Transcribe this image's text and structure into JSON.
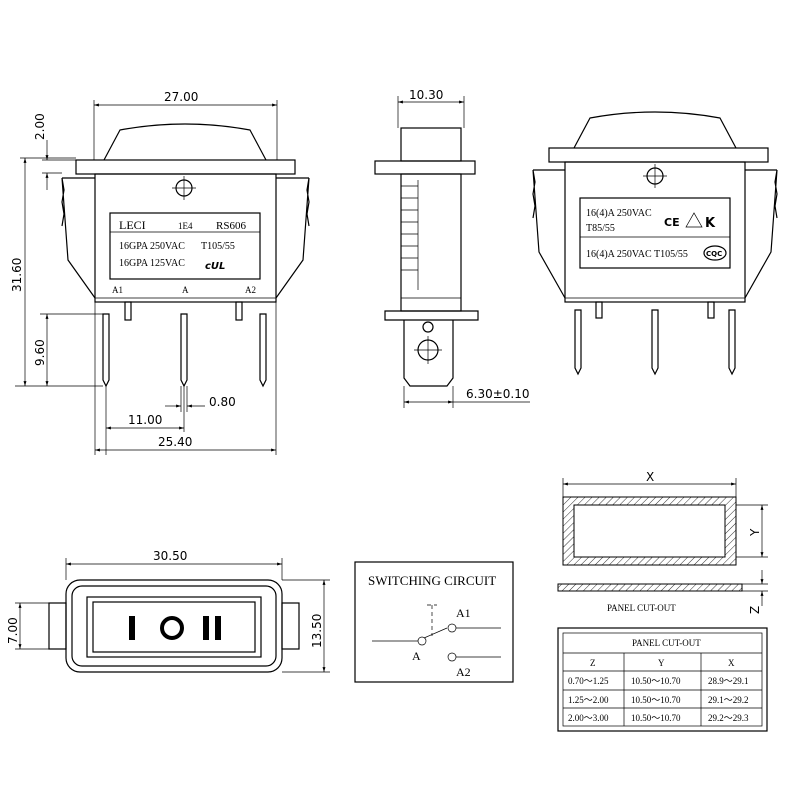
{
  "dimensions": {
    "front_width": "27.00",
    "front_cap": "2.00",
    "front_height": "31.60",
    "pin_length": "9.60",
    "pin_pitch": "11.00",
    "pin_thickness": "0.80",
    "pin_span": "25.40",
    "side_width": "10.30",
    "tab_width": "6.30±0.10",
    "top_width": "30.50",
    "top_height_small": "7.00",
    "top_height": "13.50"
  },
  "front_label": {
    "brand": "LECI",
    "code": "1E4",
    "model": "RS606",
    "rating1": "16GPA 250VAC",
    "temp": "T105/55",
    "rating2": "16GPA 125VAC",
    "cert": "cUL",
    "pin_a1": "A1",
    "pin_a": "A",
    "pin_a2": "A2"
  },
  "back_label": {
    "line1": "16(4)A 250VAC",
    "line2": "T85/55",
    "line3": "16(4)A  250VAC T105/55",
    "cert1": "CE",
    "cert2": "CQC"
  },
  "rocker_symbols": "I O II",
  "circuit": {
    "title": "SWITCHING CIRCUIT",
    "a1": "A1",
    "a": "A",
    "a2": "A2"
  },
  "panel": {
    "x_label": "X",
    "y_label": "Y",
    "z_label": "Z",
    "caption": "PANEL CUT-OUT",
    "table": {
      "title": "PANEL CUT-OUT",
      "headers": [
        "Z",
        "Y",
        "X"
      ],
      "rows": [
        [
          "0.70～1.25",
          "10.50～10.70",
          "28.9～29.1"
        ],
        [
          "1.25～2.00",
          "10.50～10.70",
          "29.1～29.2"
        ],
        [
          "2.00～3.00",
          "10.50～10.70",
          "29.2～29.3"
        ]
      ]
    }
  }
}
